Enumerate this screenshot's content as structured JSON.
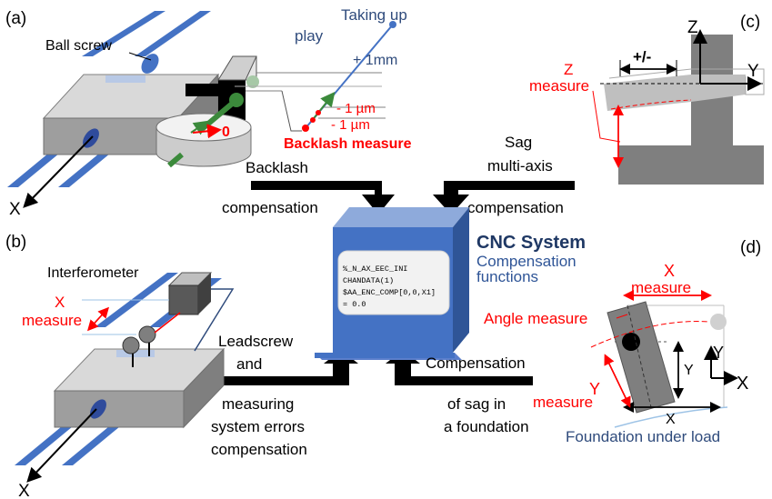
{
  "panels": {
    "a": {
      "letter": "(a)",
      "ball_screw": "Ball screw",
      "taking_up": "Taking up",
      "play": "play",
      "plus_1mm": "+ 1mm",
      "minus_1um_a": "- 1 µm",
      "minus_1um_b": "- 1 µm",
      "zero": "0",
      "backlash_measure": "Backlash measure",
      "axis_x": "X"
    },
    "b": {
      "letter": "(b)",
      "interferometer": "Interferometer",
      "x_label": "X",
      "measure": "measure",
      "axis_x": "X"
    },
    "c": {
      "letter": "(c)",
      "axis_z": "Z",
      "axis_y": "Y",
      "plus_minus": "+/-",
      "z_label": "Z",
      "measure": "measure"
    },
    "d": {
      "letter": "(d)",
      "x_label": "X",
      "x_measure": "measure",
      "angle_measure": "Angle measure",
      "y_dim": "Y",
      "axis_y": "Y",
      "axis_x": "X",
      "y_label": "Y",
      "y_measure": "measure",
      "x_dim": "X",
      "foundation": "Foundation under load"
    }
  },
  "center": {
    "backlash_line1": "Backlash",
    "backlash_line2": "compensation",
    "sag_line1": "Sag",
    "sag_line2": "multi-axis",
    "sag_line3": "compensation",
    "cnc_title": "CNC  System",
    "cnc_sub1": "Compensation",
    "cnc_sub2": "functions",
    "code": [
      "%_N_AX_EEC_INI",
      "CHANDATA(1)",
      "$AA_ENC_COMP[0,0,X1]",
      " = 0.0"
    ],
    "lead_line1": "Leadscrew",
    "lead_line2": "and",
    "lead_line3": "measuring",
    "lead_line4": "system errors",
    "lead_line5": "compensation",
    "found_line1": "Compensation",
    "found_line2": "of  sag in",
    "found_line3": "a foundation"
  },
  "colors": {
    "blue_rail": "#4472c4",
    "dark_navy": "#2f4b7c",
    "red": "#ff0000",
    "green": "#3b8a3b",
    "gray": "#7f7f7f",
    "light_gray": "#d9d9d9",
    "cnc_blue": "#4a70c0"
  }
}
